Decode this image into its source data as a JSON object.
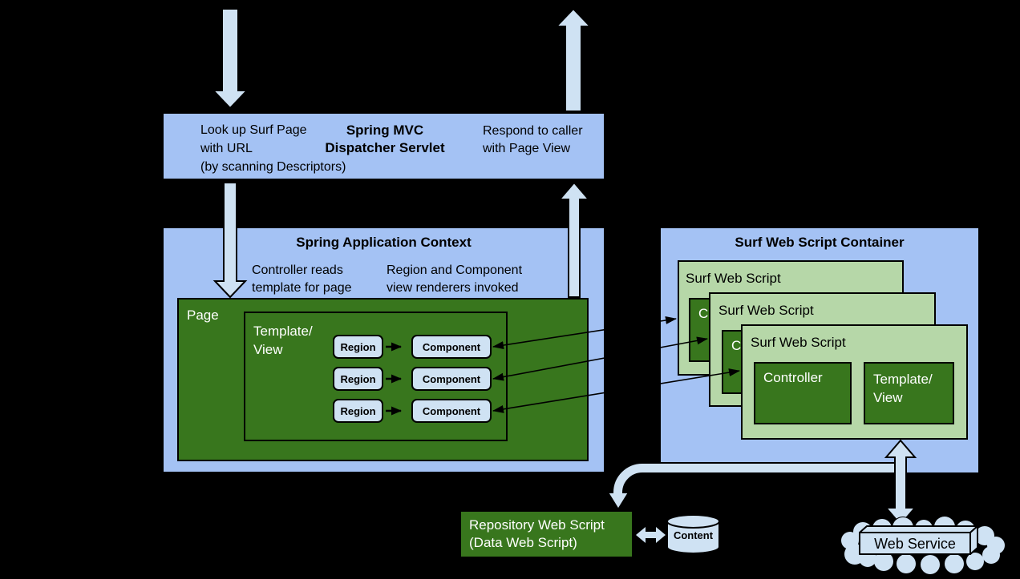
{
  "colors": {
    "background": "#000000",
    "container_blue": "#a4c2f4",
    "light_blue": "#cfe2f3",
    "dark_green": "#38761d",
    "light_green": "#b6d7a8"
  },
  "dispatcher": {
    "title": [
      "Spring MVC",
      "Dispatcher Servlet"
    ],
    "left_note": [
      "Look up Surf Page",
      "with URL",
      "(by scanning Descriptors)"
    ],
    "right_note": [
      "Respond to caller",
      "with Page View"
    ]
  },
  "application_context": {
    "title": "Spring Application Context",
    "left_note": [
      "Controller reads",
      "template for page"
    ],
    "right_note": [
      "Region and Component",
      "view renderers invoked"
    ],
    "page": {
      "label": "Page",
      "template": {
        "label": [
          "Template/",
          "View"
        ]
      },
      "rows": [
        {
          "region": "Region",
          "component": "Component"
        },
        {
          "region": "Region",
          "component": "Component"
        },
        {
          "region": "Region",
          "component": "Component"
        }
      ]
    }
  },
  "surf_container": {
    "title": "Surf Web Script Container",
    "scripts": [
      {
        "label": "Surf Web Script",
        "controller": "Controller"
      },
      {
        "label": "Surf Web Script",
        "controller": "Controller"
      },
      {
        "label": "Surf Web Script",
        "controller": "Controller",
        "template": {
          "label": [
            "Template/",
            "View"
          ]
        }
      }
    ]
  },
  "repository": {
    "label": [
      "Repository Web Script",
      "(Data Web Script)"
    ]
  },
  "content_store": {
    "label": "Content"
  },
  "web_service": {
    "label": "Web Service"
  }
}
